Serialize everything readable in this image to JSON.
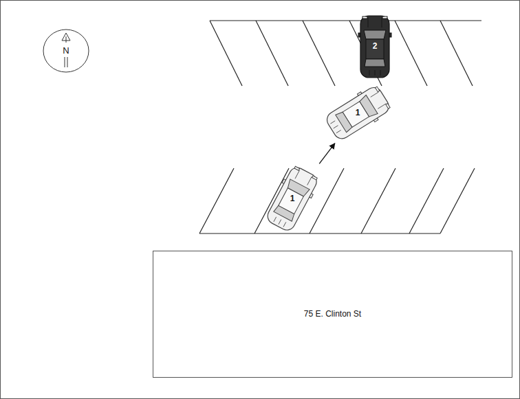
{
  "diagram": {
    "nodes": [
      {
        "text": [
          "N"
        ]
      },
      {
        "text": [
          "2"
        ]
      },
      {
        "text": [
          "1"
        ]
      },
      {
        "text": [
          "1"
        ]
      },
      {
        "text": [
          "75 E. Clinton St"
        ]
      }
    ],
    "edges": [
      {
        "from": 3,
        "to": 2,
        "arrow": "to"
      }
    ]
  }
}
